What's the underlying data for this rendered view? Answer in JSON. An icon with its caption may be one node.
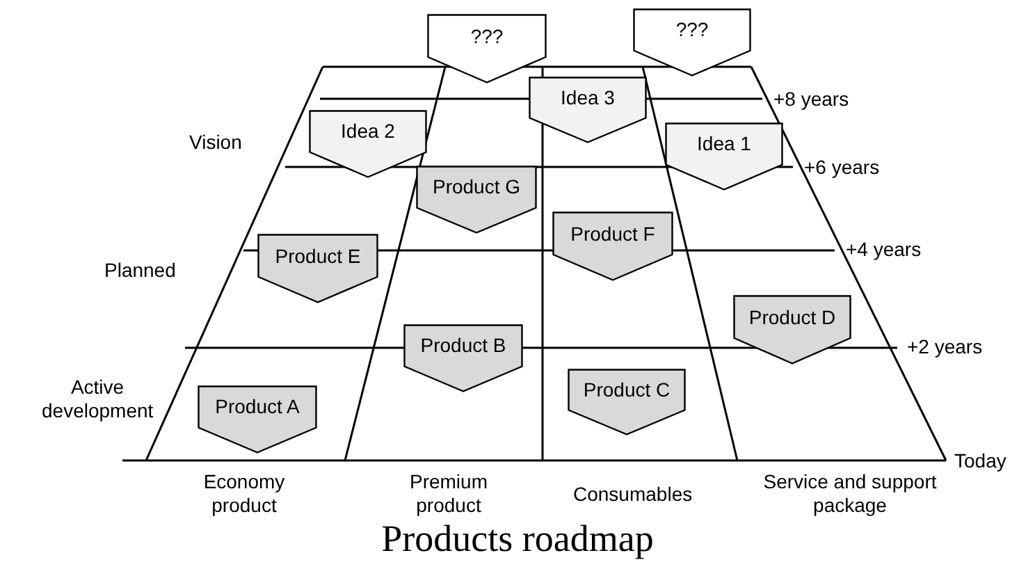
{
  "diagram": {
    "title": "Products roadmap",
    "nodes": [
      {
        "text": [
          "???"
        ]
      },
      {
        "text": [
          "???"
        ]
      },
      {
        "text": [
          "Idea 3"
        ]
      },
      {
        "text": [
          "Idea 2"
        ]
      },
      {
        "text": [
          "Idea 1"
        ]
      },
      {
        "text": [
          "Product G"
        ]
      },
      {
        "text": [
          "Product F"
        ]
      },
      {
        "text": [
          "Product E"
        ]
      },
      {
        "text": [
          "Product D"
        ]
      },
      {
        "text": [
          "Product B"
        ]
      },
      {
        "text": [
          "Product C"
        ]
      },
      {
        "text": [
          "Product A"
        ]
      }
    ],
    "labels": [
      "+8 years",
      "Vision",
      "+6 years",
      "Planned",
      "+4 years",
      "+2 years",
      "Active development",
      "Today",
      "Economy product",
      "Premium product",
      "Consumables",
      "Service and support package"
    ]
  }
}
